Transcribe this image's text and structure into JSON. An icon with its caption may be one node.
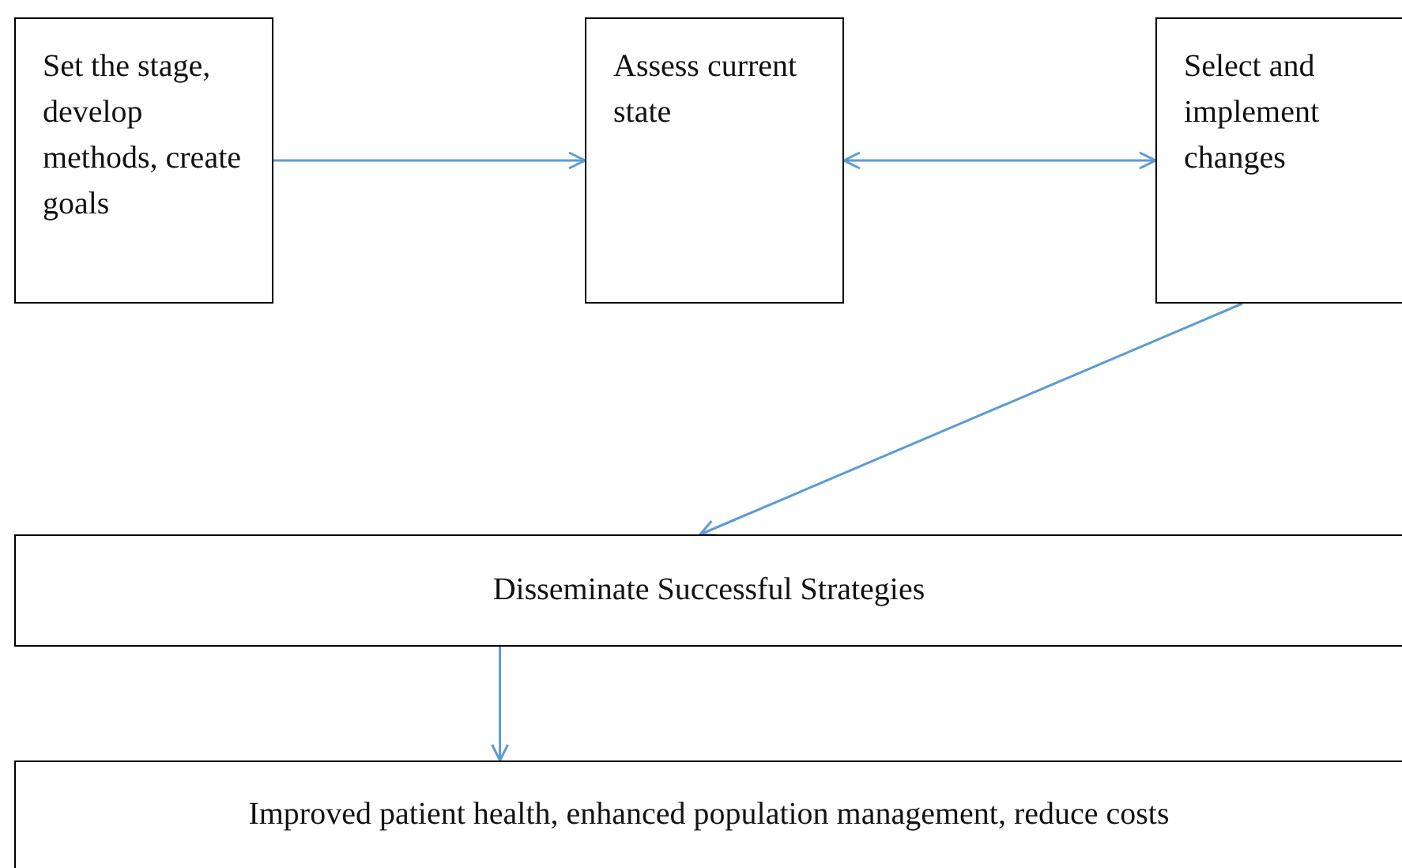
{
  "diagram": {
    "nodes": [
      {
        "text": [
          "Set the stage, develop methods, create goals"
        ]
      },
      {
        "text": [
          "Assess current state"
        ]
      },
      {
        "text": [
          "Select and implement changes"
        ]
      },
      {
        "text": [
          "Disseminate Successful Strategies"
        ]
      },
      {
        "text": [
          "Improved patient health, enhanced population management, reduce costs"
        ]
      }
    ],
    "edges": [
      {
        "from": 0,
        "to": 1,
        "arrow": "to"
      },
      {
        "from": 1,
        "to": 2,
        "arrow": "both"
      },
      {
        "from": 2,
        "to": 3,
        "arrow": "to"
      },
      {
        "from": 3,
        "to": 4,
        "arrow": "to"
      }
    ]
  }
}
